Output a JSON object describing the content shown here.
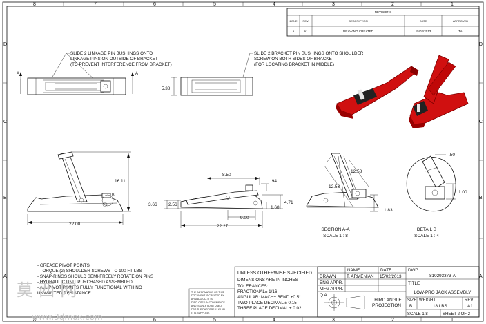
{
  "border": {
    "columns_top": [
      "8",
      "7",
      "6",
      "5",
      "4",
      "3",
      "2",
      "1"
    ],
    "columns_bottom": [
      "8",
      "7",
      "6",
      "5",
      "4",
      "3",
      "2",
      "1"
    ],
    "rows_left": [
      "D",
      "C",
      "B",
      "A"
    ],
    "rows_right": [
      "D",
      "C",
      "B",
      "A"
    ]
  },
  "revisions": {
    "title": "REVISIONS",
    "headers": [
      "ZONE",
      "REV.",
      "DESCRIPTION",
      "DATE",
      "APPROVED"
    ],
    "row": [
      "A",
      "A1",
      "DRAWING CREATED",
      "15/02/2013",
      "TA"
    ]
  },
  "notes": {
    "note1": [
      "SLIDE 2 LINKAGE PIN BUSHINGS ONTO",
      "LINKAGE PINS ON OUTSIDE OF BRACKET",
      "(TO PREVENT INTERFERENCE FROM BRACKET)"
    ],
    "note2": [
      "SLIDE 2 BRACKET PIN BUSHINGS ONTO SHOULDER",
      "SCREW ON BOTH SIDES OF BRACKET",
      "(FOR LOCATING BRACKET IN  MIDDLE)"
    ],
    "general": [
      "- GREASE PIVOT POINTS",
      "- TORQUE (2) SHOULDER SCREWS TO 100 FT-LBS",
      "- SNAP-RINGS SHOULD SEMI-FREELY ROTATE ON PINS",
      "- HYDRAULIC UNIT PURCHASED ASSEMBLED",
      "- ALL PIVOT POINTS FULLY FUNCTIONAL WITH NO",
      "  UNWANTED RESISTANCE"
    ]
  },
  "dims": {
    "top_view_height": "5.38",
    "side_height": "16.11",
    "side_length": "22.00",
    "d_850": "8.50",
    "d_094": ".94",
    "d_366": "3.66",
    "d_256": "2.56",
    "d_471": "4.71",
    "d_168": "1.68",
    "d_900": "9.00",
    "d_2227": "22.27",
    "sec_1258a": "12.58",
    "sec_1258b": "12.58",
    "sec_183": "1.83",
    "det_050": ".50",
    "det_100": "1.00",
    "section_mark": "A"
  },
  "views": {
    "section": [
      "SECTION A-A",
      "SCALE 1 : 8"
    ],
    "detail": [
      "DETAIL B",
      "SCALE 1 : 4"
    ],
    "detail_tag": "B"
  },
  "tolerance_block": {
    "lines": [
      "UNLESS OTHERWISE SPECIFIED",
      "DIMENSIONS ARE IN INCHES",
      "TOLERANCES:",
      "FRACTIONAL± 1/16",
      "ANGULAR: MACH±    BEND ±0.5°",
      "TWO PLACE DECIMAL    ± 0.15",
      "THREE PLACE DECIMAL  ± 0.02"
    ]
  },
  "proprietary": [
    "THE INFORMATION ON THIS",
    "DOCUMENT IS CREATED BY",
    "ARMADO CO. IT IS",
    "DISCLOSED IN CONFIDENCE",
    "AND IS ONLY TO BE USED",
    "FOR THE PURPOSE IN WHICH",
    "IT IS SUPPLIED."
  ],
  "title_block": {
    "name_h": "NAME",
    "date_h": "DATE",
    "drawn": "DRAWN",
    "drawn_name": "T. ARMENIAN",
    "drawn_date": "15/02/2013",
    "eng": "ENG APPR.",
    "mfg": "MFG APPR.",
    "qa": "Q.A.",
    "dwg_h": "DWG",
    "dwg_no": "810293373-A",
    "title_h": "TITLE",
    "title": "LOW-PRO JACK ASSEMBLY",
    "projection": [
      "THIRD ANGLE",
      "PROJECTION"
    ],
    "size_h": "SIZE",
    "size": "B",
    "weight_h": "WEIGHT",
    "weight": "18 LBS",
    "rev_h": "REV",
    "rev": "A1",
    "scale": "SCALE 1:8",
    "sheet": "SHEET 2 OF 2"
  },
  "watermark": {
    "logo": "莫 西 网",
    "url": "www.3dmox.com"
  },
  "colors": {
    "render_red": "#d01010",
    "render_dark": "#7a0000"
  }
}
